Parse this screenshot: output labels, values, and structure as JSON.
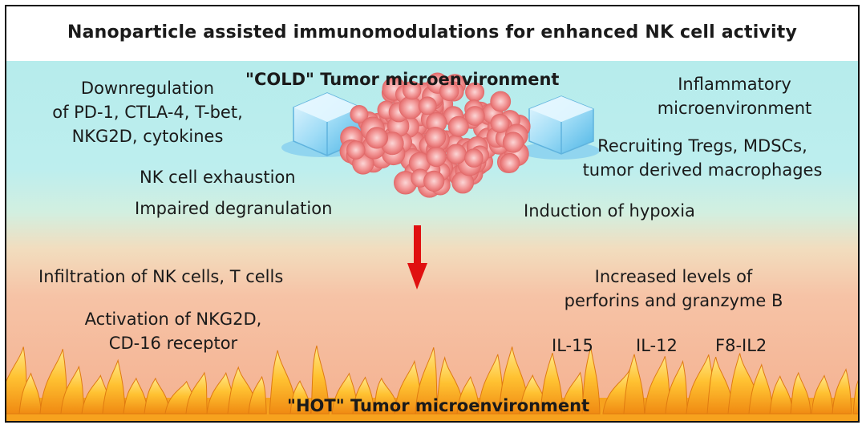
{
  "title": "Nanoparticle assisted immunomodulations for enhanced NK cell activity",
  "cold": {
    "heading": "\"COLD\" Tumor microenvironment",
    "left": {
      "down_line1": "Downregulation",
      "down_line2": "of PD-1, CTLA-4, T-bet,",
      "down_line3": "NKG2D, cytokines",
      "exhaustion": "NK cell exhaustion",
      "degranulation": "Impaired degranulation"
    },
    "right": {
      "infl_line1": "Inflammatory",
      "infl_line2": "microenvironment",
      "recruit_line1": "Recruiting Tregs, MDSCs,",
      "recruit_line2": "tumor derived macrophages",
      "hypoxia": "Induction of hypoxia"
    }
  },
  "hot": {
    "heading": "\"HOT\" Tumor microenvironment",
    "left": {
      "infiltration": "Infiltration of NK cells, T cells",
      "act_line1": "Activation of NKG2D,",
      "act_line2": "CD-16 receptor"
    },
    "right": {
      "levels_line1": "Increased levels of",
      "levels_line2": "perforins and granzyme B",
      "il15": "IL-15",
      "il12": "IL-12",
      "f8il2": "F8-IL2"
    }
  },
  "colors": {
    "arrow": "#e01010",
    "cell_fill": "#f29a9a",
    "cell_stroke": "#e06a6a",
    "ice": "#9ed9f4",
    "flame_outer": "#f08a12",
    "flame_inner": "#ffd84a"
  },
  "icons": [
    "ice-cube-icon",
    "tumor-cell-cluster-icon",
    "down-arrow-icon",
    "flames-icon"
  ]
}
